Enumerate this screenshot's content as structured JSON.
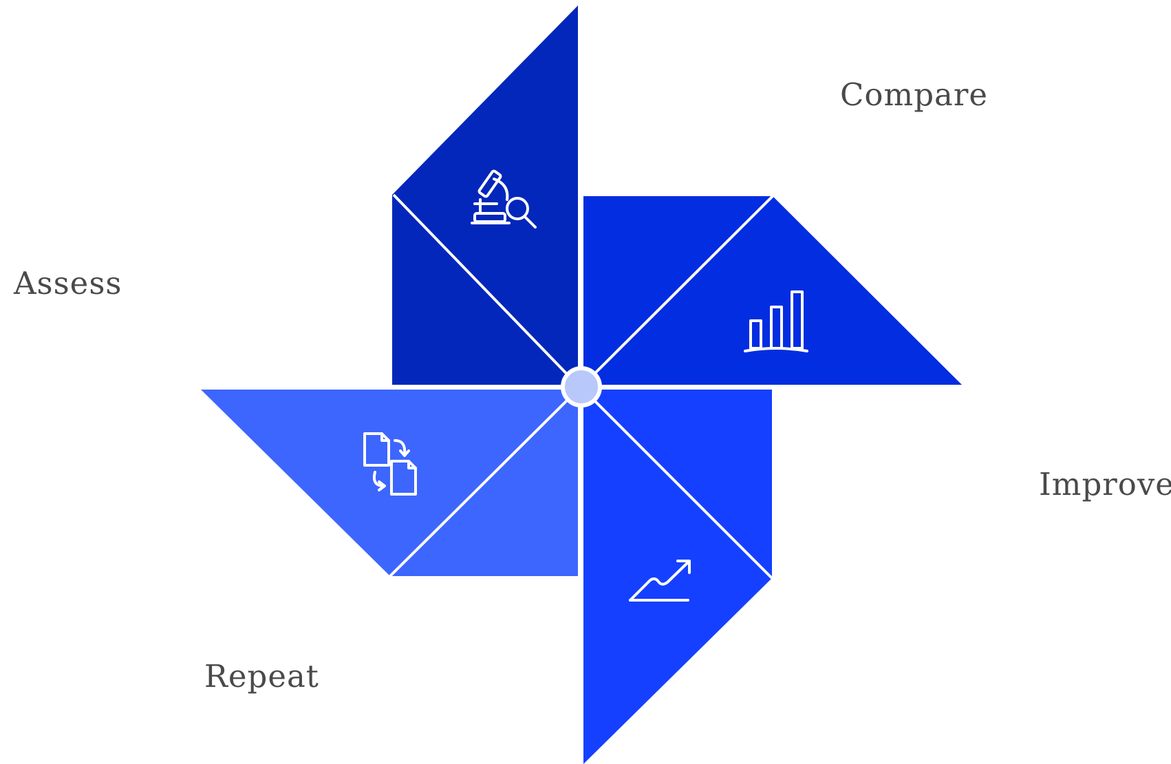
{
  "stages": [
    {
      "id": "assess",
      "label": "Assess",
      "icon": "microscope-search-icon",
      "color": "#0327bb"
    },
    {
      "id": "compare",
      "label": "Compare",
      "icon": "bar-chart-icon",
      "color": "#032de0"
    },
    {
      "id": "improve",
      "label": "Improve",
      "icon": "trend-up-icon",
      "color": "#1540ff"
    },
    {
      "id": "repeat",
      "label": "Repeat",
      "icon": "document-cycle-icon",
      "color": "#3d66ff"
    }
  ],
  "hub_color": "#b8c8fb"
}
